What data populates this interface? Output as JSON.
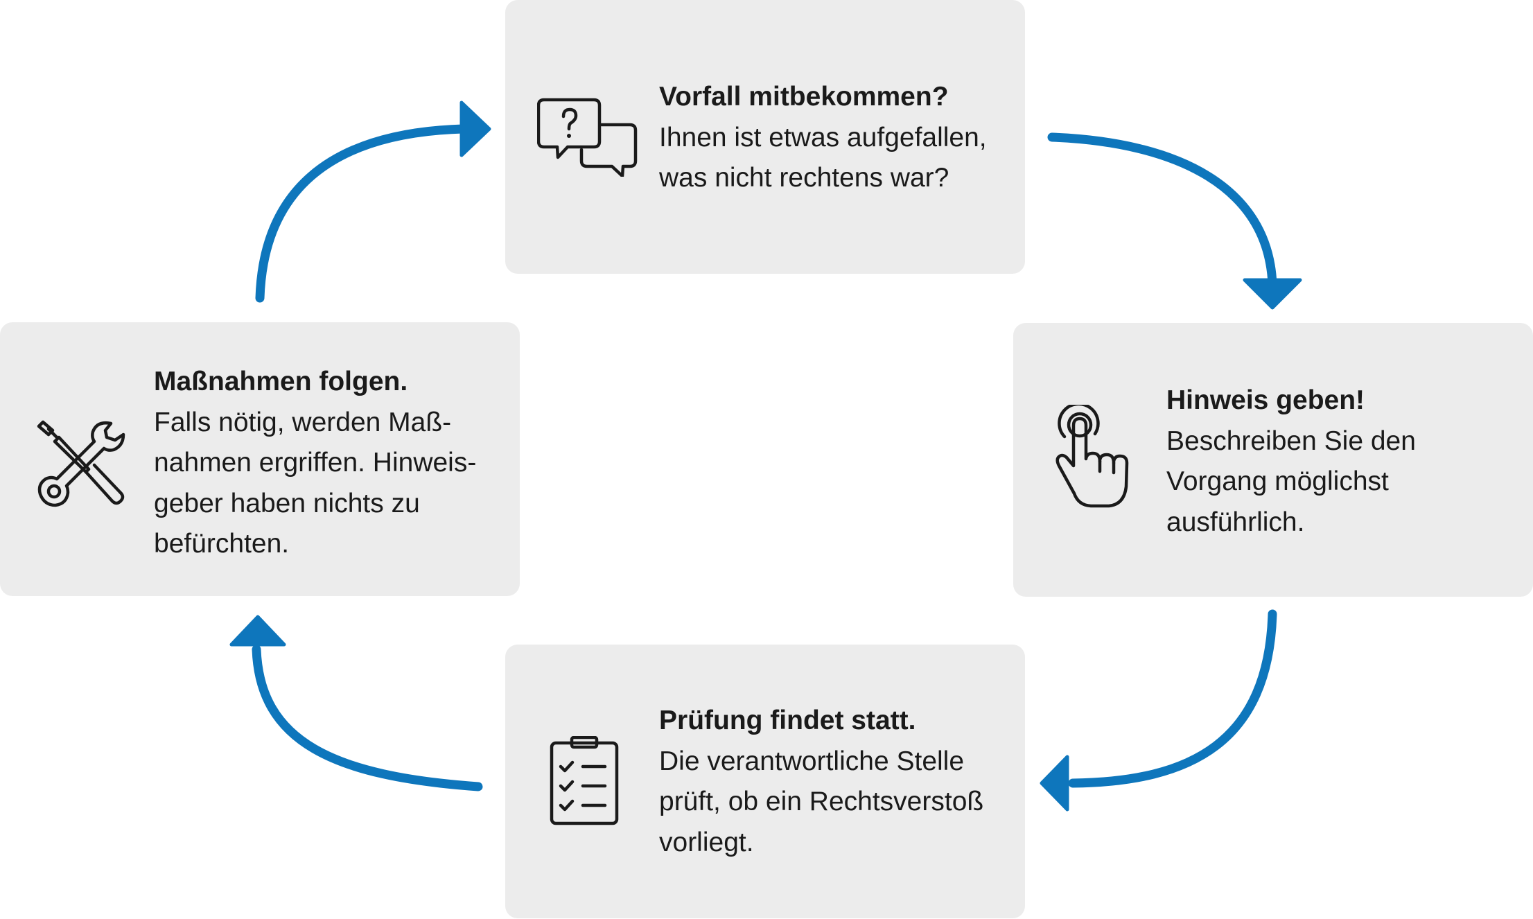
{
  "colors": {
    "card_background": "#ececec",
    "arrow": "#0e76bc",
    "text": "#1a1a1a",
    "icon_stroke": "#1a1a1a"
  },
  "steps": [
    {
      "id": "top",
      "icon": "speech-bubbles-question-icon",
      "title": "Vorfall mitbekommen?",
      "lines": [
        "Ihnen ist etwas aufgefallen,",
        "was nicht rechtens war?"
      ]
    },
    {
      "id": "right",
      "icon": "pointing-hand-icon",
      "title": "Hinweis geben!",
      "lines": [
        "Beschreiben Sie den",
        "Vorgang möglichst",
        "ausführlich."
      ]
    },
    {
      "id": "bottom",
      "icon": "clipboard-checklist-icon",
      "title": "Prüfung findet statt.",
      "lines": [
        "Die verantwortliche Stelle",
        "prüft, ob ein Rechtsverstoß",
        "vorliegt."
      ]
    },
    {
      "id": "left",
      "icon": "wrench-screwdriver-icon",
      "title": "Maßnahmen folgen.",
      "lines": [
        "Falls nötig, werden Maß-",
        "nahmen ergriffen. Hinweis-",
        "geber haben nichts zu",
        "befürchten."
      ]
    }
  ],
  "cycle_arrows": [
    {
      "from": "top",
      "to": "right"
    },
    {
      "from": "right",
      "to": "bottom"
    },
    {
      "from": "bottom",
      "to": "left"
    },
    {
      "from": "left",
      "to": "top"
    }
  ]
}
